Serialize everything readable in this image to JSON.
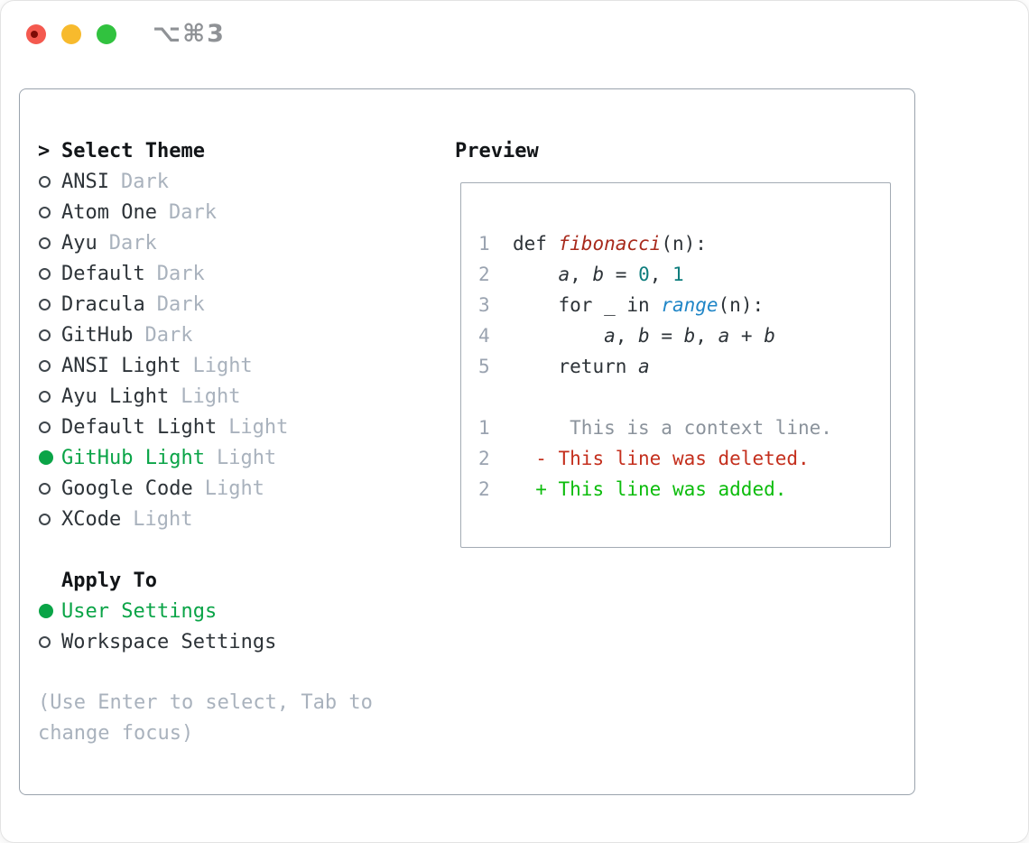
{
  "window": {
    "shortcut": "⌥⌘3"
  },
  "colors": {
    "accent_green": "#0aa447",
    "added_green": "#0cbc0c",
    "deleted_red": "#c42f1d",
    "func_red": "#a82a1c",
    "num_teal": "#0e7d7d",
    "builtin_blue": "#2086c7",
    "traffic_red": "#f4594f",
    "traffic_yellow": "#f7ba2d",
    "traffic_green": "#31c23f"
  },
  "theme_picker": {
    "header": "Select Theme",
    "cursor": ">",
    "themes": [
      {
        "label": "ANSI",
        "variant": "Dark",
        "selected": false
      },
      {
        "label": "Atom One",
        "variant": "Dark",
        "selected": false
      },
      {
        "label": "Ayu",
        "variant": "Dark",
        "selected": false
      },
      {
        "label": "Default",
        "variant": "Dark",
        "selected": false
      },
      {
        "label": "Dracula",
        "variant": "Dark",
        "selected": false
      },
      {
        "label": "GitHub",
        "variant": "Dark",
        "selected": false
      },
      {
        "label": "ANSI Light",
        "variant": "Light",
        "selected": false
      },
      {
        "label": "Ayu Light",
        "variant": "Light",
        "selected": false
      },
      {
        "label": "Default Light",
        "variant": "Light",
        "selected": false
      },
      {
        "label": "GitHub Light",
        "variant": "Light",
        "selected": true
      },
      {
        "label": "Google Code",
        "variant": "Light",
        "selected": false
      },
      {
        "label": "XCode",
        "variant": "Light",
        "selected": false
      }
    ],
    "apply_to": {
      "header": "Apply To",
      "options": [
        {
          "label": "User Settings",
          "selected": true
        },
        {
          "label": "Workspace Settings",
          "selected": false
        }
      ]
    },
    "hint": {
      "line1": "(Use Enter to select, Tab to",
      "line2": "change focus)"
    }
  },
  "preview": {
    "title": "Preview",
    "lines": [
      {
        "num": "1",
        "segs": [
          [
            "  def ",
            "plain"
          ],
          [
            "fibonacci",
            "func"
          ],
          [
            "(n):",
            "plain"
          ]
        ]
      },
      {
        "num": "2",
        "segs": [
          [
            "      ",
            "plain"
          ],
          [
            "a",
            "var"
          ],
          [
            ", ",
            "plain"
          ],
          [
            "b",
            "var"
          ],
          [
            " = ",
            "plain"
          ],
          [
            "0",
            "numlit"
          ],
          [
            ", ",
            "plain"
          ],
          [
            "1",
            "numlit"
          ]
        ]
      },
      {
        "num": "3",
        "segs": [
          [
            "      for _ in ",
            "plain"
          ],
          [
            "range",
            "builtin"
          ],
          [
            "(n):",
            "plain"
          ]
        ]
      },
      {
        "num": "4",
        "segs": [
          [
            "          ",
            "plain"
          ],
          [
            "a",
            "var"
          ],
          [
            ", ",
            "plain"
          ],
          [
            "b",
            "var"
          ],
          [
            " = ",
            "plain"
          ],
          [
            "b",
            "var"
          ],
          [
            ", ",
            "plain"
          ],
          [
            "a",
            "var"
          ],
          [
            " + ",
            "plain"
          ],
          [
            "b",
            "var"
          ]
        ]
      },
      {
        "num": "5",
        "segs": [
          [
            "      return ",
            "plain"
          ],
          [
            "a",
            "var"
          ]
        ]
      },
      {
        "num": "",
        "segs": []
      },
      {
        "num": "1",
        "segs": [
          [
            "       This is a context line.",
            "context"
          ]
        ]
      },
      {
        "num": "2",
        "segs": [
          [
            "    - This line was deleted.",
            "deleted"
          ]
        ]
      },
      {
        "num": "2",
        "segs": [
          [
            "    + This line was added.",
            "added"
          ]
        ]
      }
    ]
  }
}
